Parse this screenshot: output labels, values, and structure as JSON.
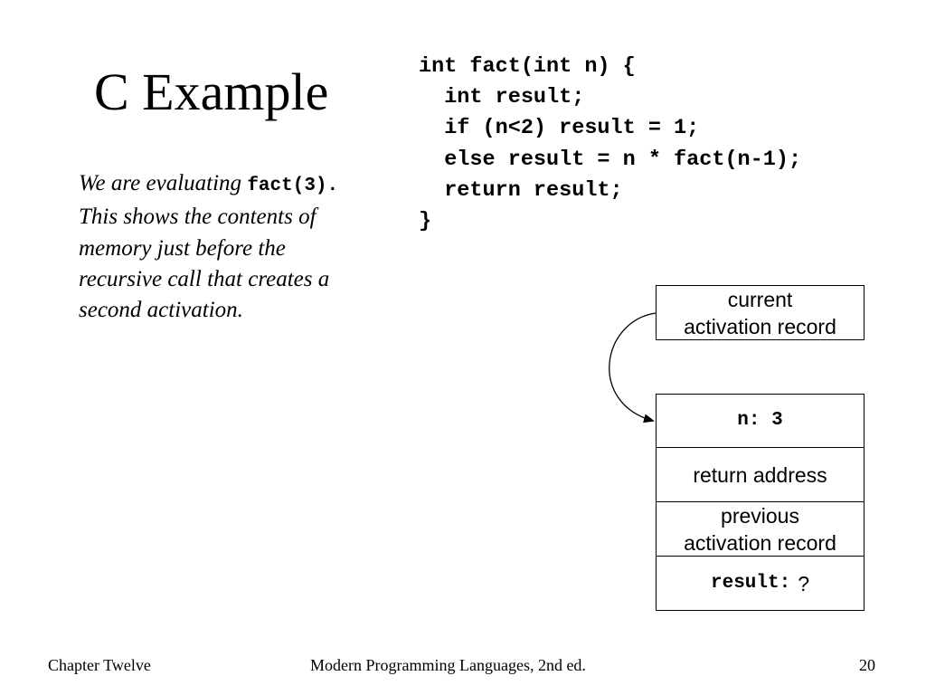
{
  "slide": {
    "title": "C Example",
    "code_lines": [
      "int fact(int n) {",
      "  int result;",
      "  if (n<2) result = 1;",
      "  else result = n * fact(n-1);",
      "  return result;",
      "}"
    ],
    "description": {
      "part1": "We are evaluating ",
      "code": "fact(3)",
      "code_suffix": ".",
      "part2": "  This shows the contents of memory just before the recursive call that creates a second activation."
    },
    "diagram": {
      "current_label": "current\nactivation record",
      "cells": {
        "n": "n: 3",
        "return_address": "return address",
        "previous": "previous\nactivation record",
        "result_label": "result:",
        "result_value": "?"
      }
    },
    "footer": {
      "left": "Chapter Twelve",
      "center": "Modern Programming Languages, 2nd ed.",
      "right": "20"
    }
  }
}
